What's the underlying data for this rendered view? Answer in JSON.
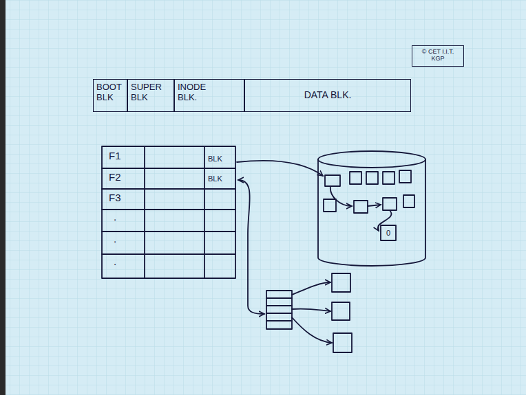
{
  "diagram": {
    "nodes": [
      {
        "text": [
          "© CET I.I.T. KGP"
        ]
      },
      {
        "text": [
          "BOOT BLK"
        ]
      },
      {
        "text": [
          "SUPER BLK"
        ]
      },
      {
        "text": [
          "INODE BLK."
        ]
      },
      {
        "text": [
          "DATA BLK."
        ]
      }
    ],
    "labels": [
      "F1",
      "BLK",
      "F2",
      "BLK",
      "F3",
      ".",
      ".",
      ".",
      "0"
    ]
  }
}
